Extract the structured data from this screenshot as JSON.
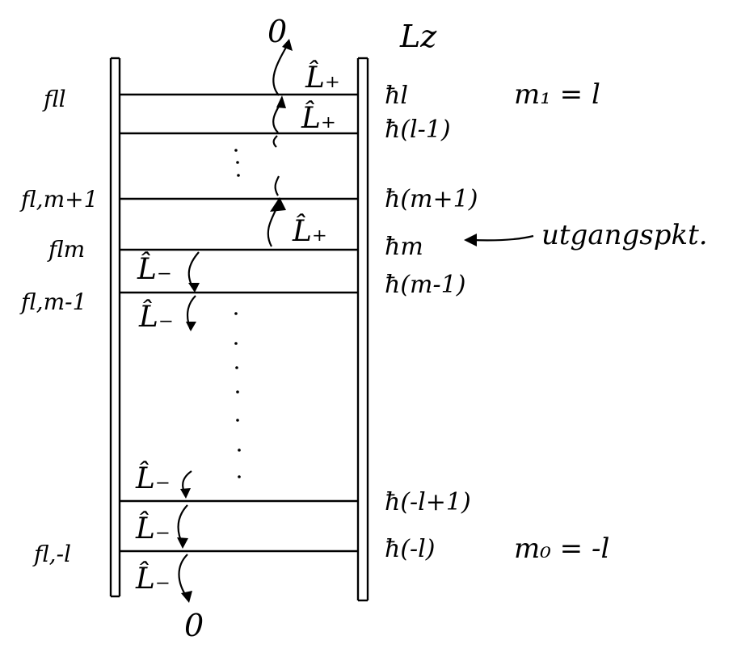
{
  "axis_label": "Lz",
  "annotation": "utgangspkt.",
  "null_top": "0",
  "null_bottom": "0",
  "raising_operator": "L̂₊",
  "lowering_operator": "L̂₋",
  "right_labels": {
    "top": "ħl",
    "top_minus_1": "ħ(l-1)",
    "m_plus_1": "ħ(m+1)",
    "m": "ħm",
    "m_minus_1": "ħ(m-1)",
    "bottom_plus_1": "ħ(-l+1)",
    "bottom": "ħ(-l)"
  },
  "left_labels": {
    "top": "fll",
    "m_plus_1": "fl,m+1",
    "m": "flm",
    "m_minus_1": "fl,m-1",
    "bottom": "fl,-l"
  },
  "m1_label": "m₁ = l",
  "m0_label": "m₀ = -l"
}
